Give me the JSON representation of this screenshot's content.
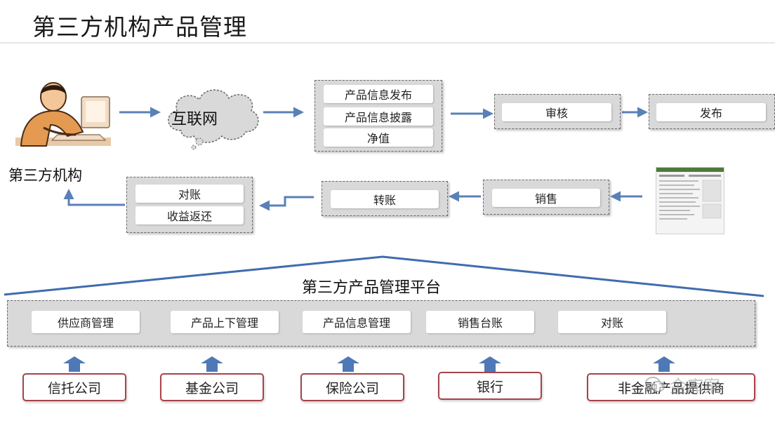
{
  "page_title": "第三方机构产品管理",
  "flow": {
    "internet_label": "互联网",
    "actor_label": "第三方机构",
    "info_items": [
      "产品信息发布",
      "产品信息披露",
      "净值"
    ],
    "review_label": "审核",
    "publish_label": "发布",
    "sales_label": "销售",
    "transfer_label": "转账",
    "recon_items": [
      "对账",
      "收益返还"
    ]
  },
  "platform": {
    "title": "第三方产品管理平台",
    "modules": [
      "供应商管理",
      "产品上下管理",
      "产品信息管理",
      "销售台账",
      "对账"
    ]
  },
  "orgs": [
    "信托公司",
    "基金公司",
    "保险公司",
    "银行",
    "非金融产品提供商"
  ],
  "watermark": "金库案",
  "colors": {
    "arrow_blue": "#5a80b8",
    "org_border": "#a6434a",
    "panel_gray": "#d9d9d9",
    "triangle_line": "#3f6cae"
  }
}
